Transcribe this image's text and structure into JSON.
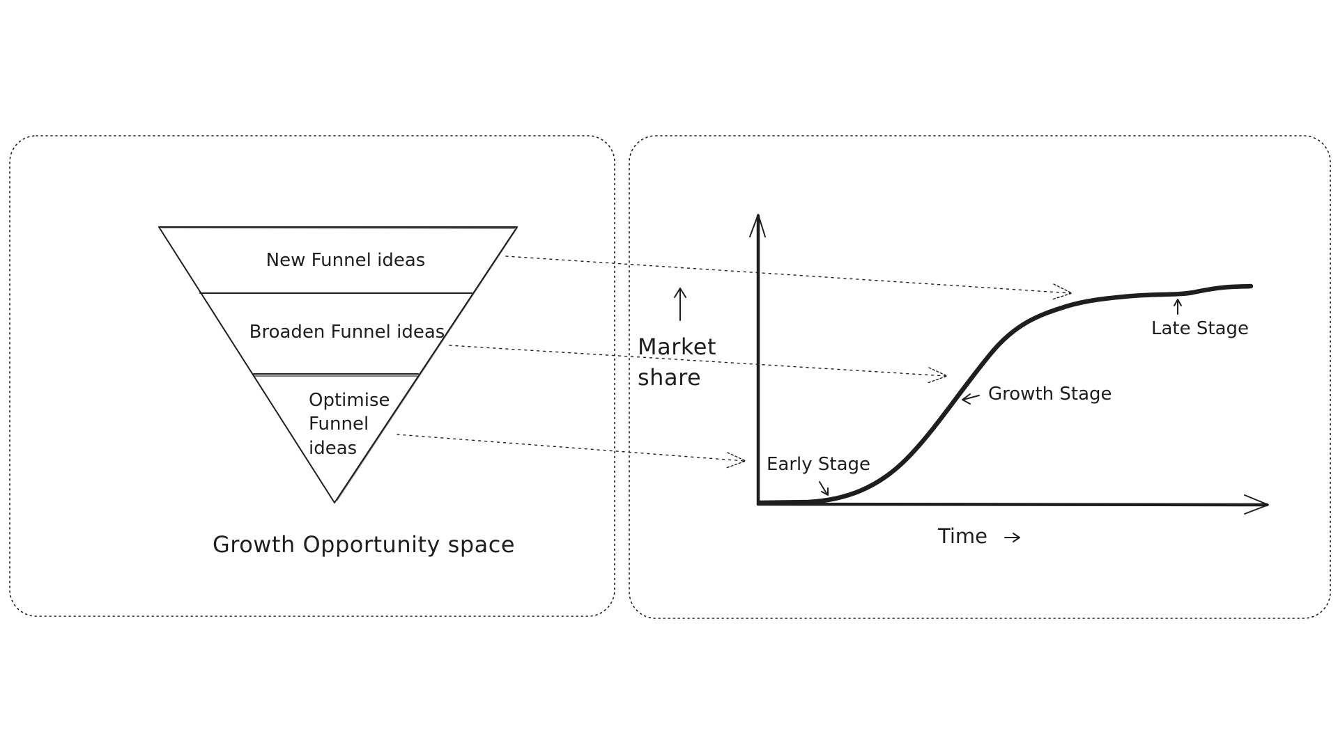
{
  "funnel": {
    "levels": [
      {
        "lines": [
          "New Funnel ideas"
        ]
      },
      {
        "lines": [
          "Broaden Funnel ideas"
        ]
      },
      {
        "lines": [
          "Optimise",
          "Funnel",
          "ideas"
        ]
      }
    ],
    "caption": "Growth Opportunity space"
  },
  "curve_chart": {
    "ylabel_lines": [
      "Market",
      "share"
    ],
    "xlabel": "Time",
    "stages": {
      "early": "Early Stage",
      "growth": "Growth Stage",
      "late": "Late Stage"
    }
  }
}
